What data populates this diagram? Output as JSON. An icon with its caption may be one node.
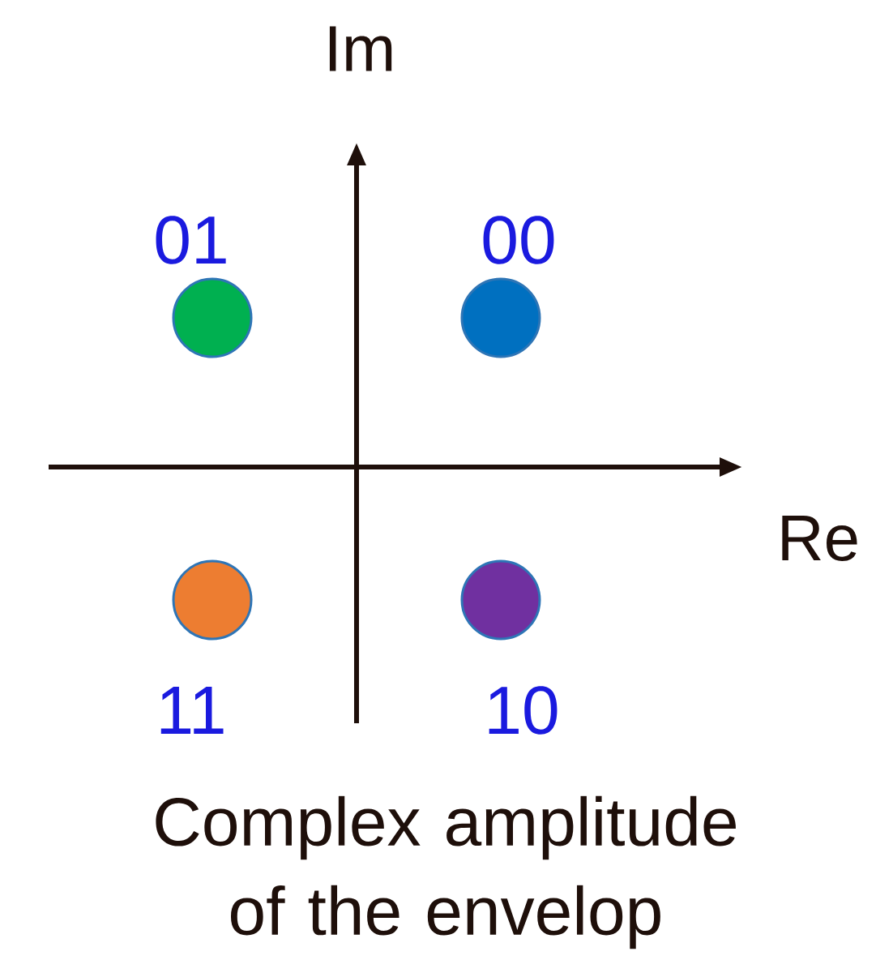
{
  "diagram": {
    "caption": "Complex amplitude of the envelop",
    "nodes": [
      {
        "text": [],
        "shape": "circle",
        "beside": [
          "01"
        ]
      },
      {
        "text": [],
        "shape": "circle",
        "beside": [
          "00"
        ]
      },
      {
        "text": [],
        "shape": "circle",
        "beside": [
          "11"
        ]
      },
      {
        "text": [],
        "shape": "circle",
        "beside": [
          "10"
        ]
      }
    ],
    "labels": [
      "Im",
      "Re"
    ]
  }
}
